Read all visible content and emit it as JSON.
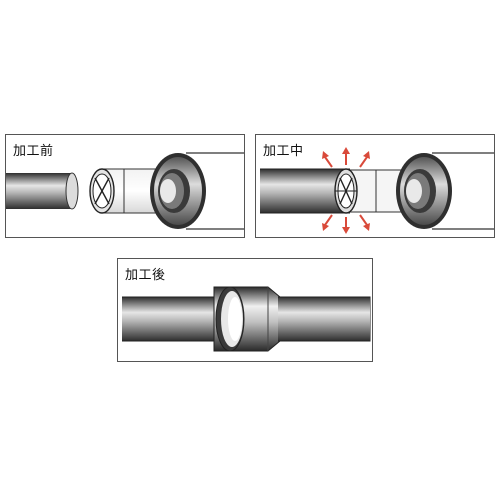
{
  "panels": {
    "before": {
      "label": "加工前"
    },
    "during": {
      "label": "加工中"
    },
    "after": {
      "label": "加工後"
    }
  },
  "colors": {
    "tube_dark": "#3a3a3a",
    "tube_mid": "#9a9a9a",
    "tube_light": "#e8e8e8",
    "ring_dark": "#404040",
    "ring_light": "#d0d0d0",
    "arrow_red": "#d94a3a",
    "border": "#555555"
  }
}
